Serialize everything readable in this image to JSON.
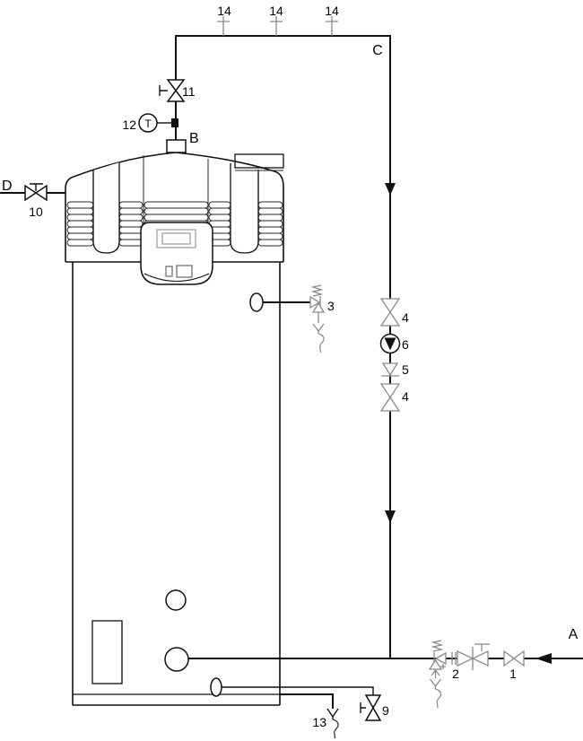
{
  "diagram": {
    "type": "piping-installation-schematic",
    "colors": {
      "line": "#111111",
      "secondary_line": "#8a8a8a",
      "background": "#ffffff"
    },
    "labels": {
      "tick1": "14",
      "tick2": "14",
      "tick3": "14",
      "point_c": "C",
      "valve11": "11",
      "gauge12": "12",
      "gauge_t": "T",
      "point_b": "B",
      "point_d": "D",
      "valve10": "10",
      "valve3": "3",
      "valve4_upper": "4",
      "pump6": "6",
      "valve5": "5",
      "valve4_lower": "4",
      "point_a": "A",
      "valve1": "1",
      "valve2": "2",
      "valve9": "9",
      "drain13": "13"
    }
  }
}
